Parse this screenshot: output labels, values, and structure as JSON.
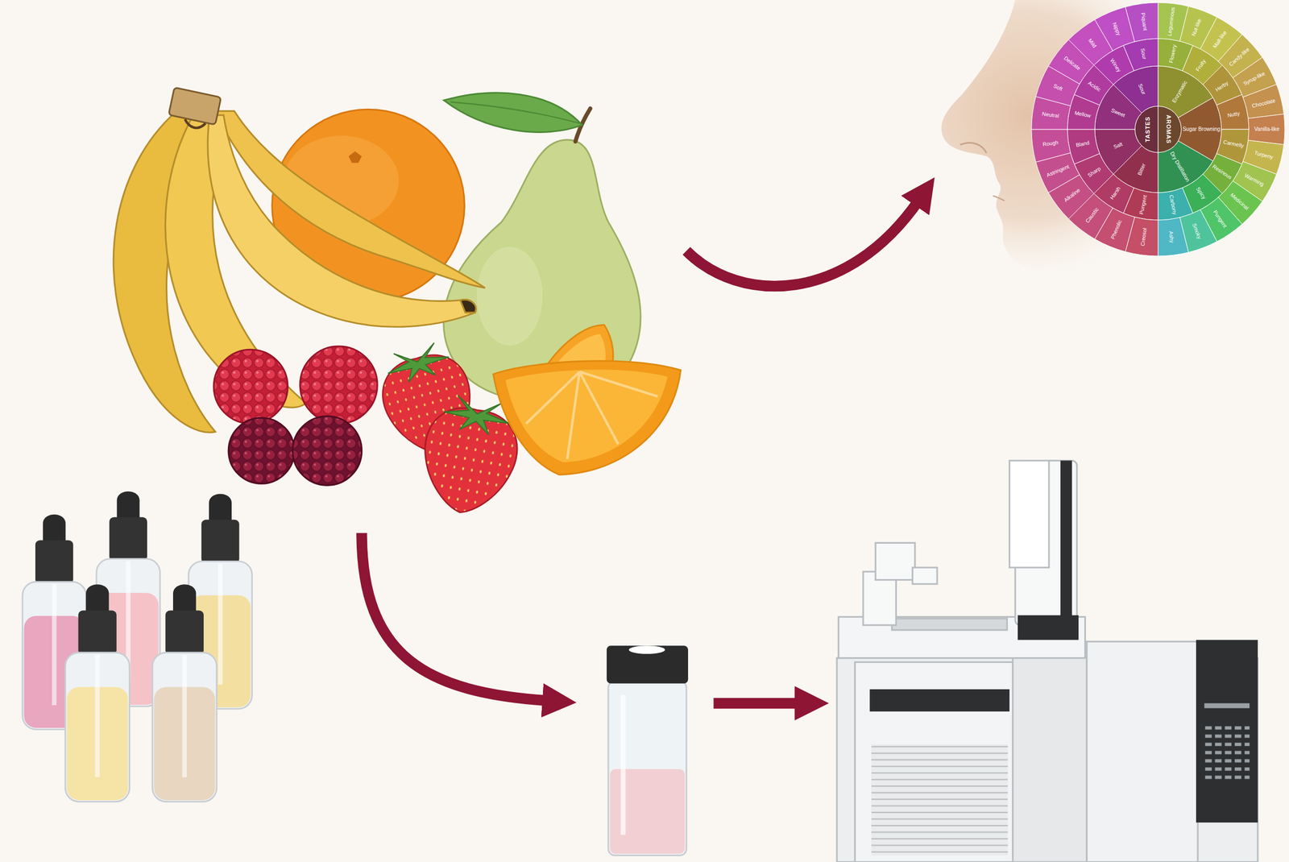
{
  "diagram": {
    "labels": [
      "TASTES",
      "AROMAS",
      "Bitter",
      "Salt",
      "Sweet",
      "Sour",
      "Enzymatic",
      "Sugar Browning",
      "Dry Distillation",
      "Pungent",
      "Harsh",
      "Sharp",
      "Bland",
      "Mellow",
      "Acidic",
      "Winey",
      "Sour",
      "Flowery",
      "Fruity",
      "Herby",
      "Nutty",
      "Carmelly",
      "Resinous",
      "Spicy",
      "Carbony",
      "Creosol",
      "Phenolic",
      "Caustic",
      "Alkaline",
      "Astringent",
      "Rough",
      "Neutral",
      "Soft",
      "Delicate",
      "Mild",
      "Nippy",
      "Piquant",
      "Leguminous",
      "Nut-like",
      "Malt-like",
      "Candy-like",
      "Syrup-like",
      "Chocolate",
      "Vanilla-like",
      "Turpeny",
      "Warming",
      "Medicinal",
      "Pungent",
      "Smoky",
      "Ashy"
    ]
  }
}
